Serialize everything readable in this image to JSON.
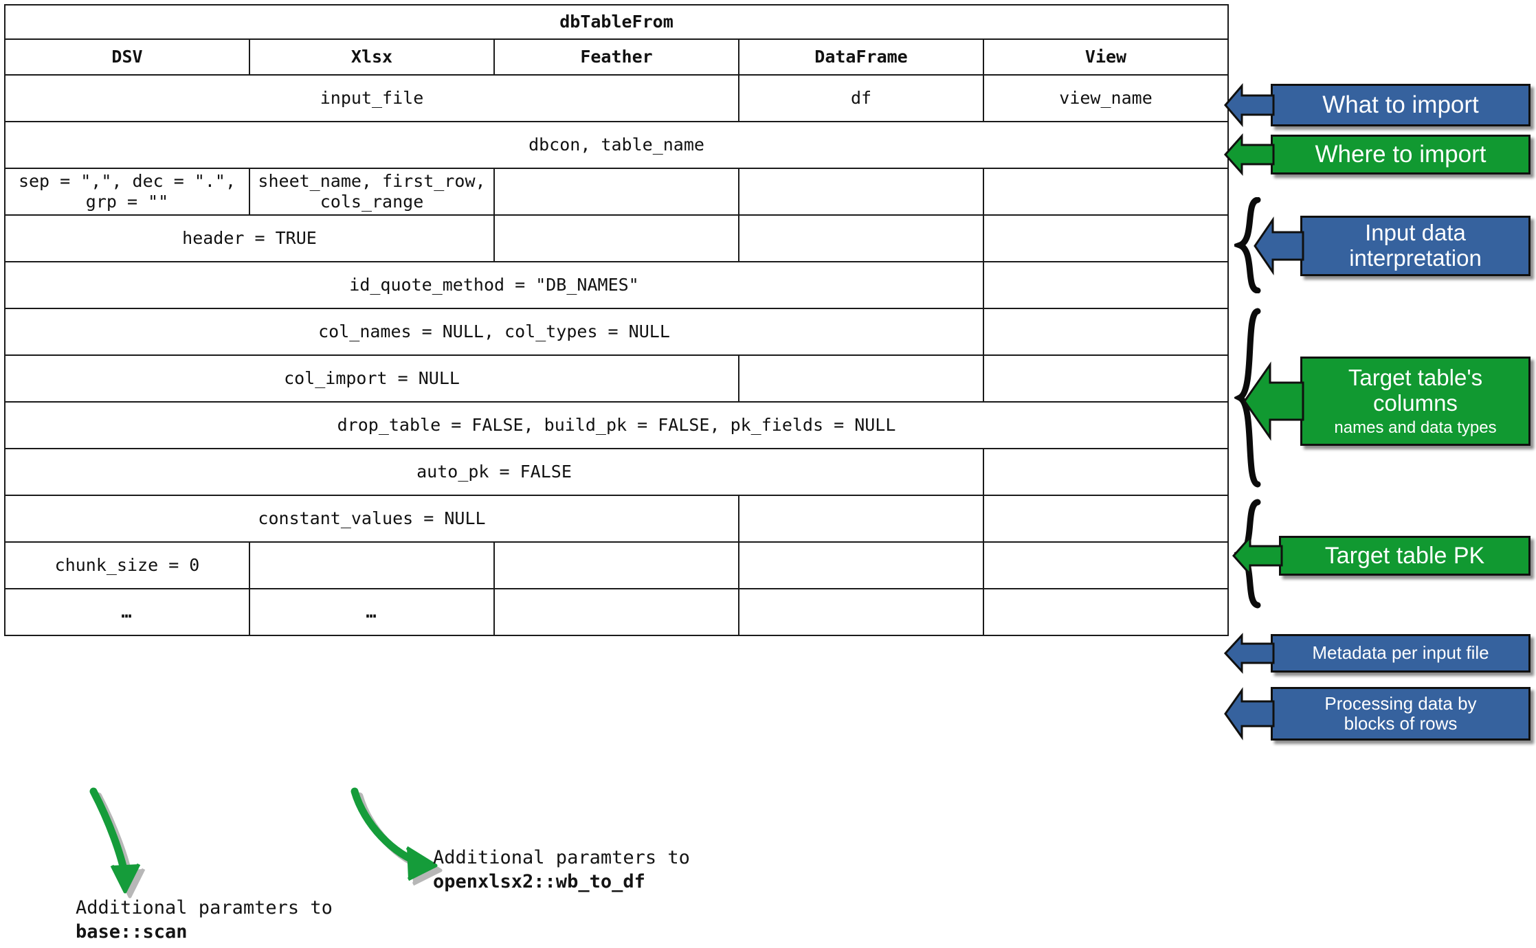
{
  "table": {
    "title": "dbTableFrom",
    "columns": [
      "DSV",
      "Xlsx",
      "Feather",
      "DataFrame",
      "View"
    ],
    "rows": [
      {
        "name": "source",
        "cells": [
          {
            "text": "input_file",
            "span": 3,
            "gray": false
          },
          {
            "text": "df",
            "span": 1,
            "gray": false
          },
          {
            "text": "view_name",
            "span": 1,
            "gray": false
          }
        ]
      },
      {
        "name": "connection",
        "cells": [
          {
            "text": "dbcon, table_name",
            "span": 5,
            "gray": false
          }
        ]
      },
      {
        "name": "parse-options",
        "cells": [
          {
            "text": "sep = \",\", dec = \".\", grp = \"\"",
            "span": 1,
            "gray": false
          },
          {
            "text": "sheet_name, first_row, cols_range",
            "span": 1,
            "gray": false
          },
          {
            "text": "",
            "span": 1,
            "gray": true
          },
          {
            "text": "",
            "span": 1,
            "gray": true
          },
          {
            "text": "",
            "span": 1,
            "gray": true
          }
        ]
      },
      {
        "name": "header-option",
        "cells": [
          {
            "text": "header = TRUE",
            "span": 2,
            "gray": false
          },
          {
            "text": "",
            "span": 1,
            "gray": true
          },
          {
            "text": "",
            "span": 1,
            "gray": true
          },
          {
            "text": "",
            "span": 1,
            "gray": true
          }
        ]
      },
      {
        "name": "id-quote-method",
        "cells": [
          {
            "text": "id_quote_method = \"DB_NAMES\"",
            "span": 4,
            "gray": false
          },
          {
            "text": "",
            "span": 1,
            "gray": true
          }
        ]
      },
      {
        "name": "col-names-types",
        "cells": [
          {
            "text": "col_names = NULL, col_types = NULL",
            "span": 4,
            "gray": false
          },
          {
            "text": "",
            "span": 1,
            "gray": true
          }
        ]
      },
      {
        "name": "col-import",
        "cells": [
          {
            "text": "col_import = NULL",
            "span": 3,
            "gray": false
          },
          {
            "text": "",
            "span": 1,
            "gray": true
          },
          {
            "text": "",
            "span": 1,
            "gray": true
          }
        ]
      },
      {
        "name": "drop-build-pk",
        "cells": [
          {
            "text": "drop_table = FALSE, build_pk = FALSE, pk_fields = NULL",
            "span": 5,
            "gray": false
          }
        ]
      },
      {
        "name": "auto-pk",
        "cells": [
          {
            "text": "auto_pk = FALSE",
            "span": 4,
            "gray": false
          },
          {
            "text": "",
            "span": 1,
            "gray": true
          }
        ]
      },
      {
        "name": "constant-values",
        "cells": [
          {
            "text": "constant_values = NULL",
            "span": 3,
            "gray": false
          },
          {
            "text": "",
            "span": 1,
            "gray": true
          },
          {
            "text": "",
            "span": 1,
            "gray": true
          }
        ]
      },
      {
        "name": "chunk-size",
        "cells": [
          {
            "text": "chunk_size = 0",
            "span": 1,
            "gray": false
          },
          {
            "text": "",
            "span": 1,
            "gray": true
          },
          {
            "text": "",
            "span": 1,
            "gray": true
          },
          {
            "text": "",
            "span": 1,
            "gray": true
          },
          {
            "text": "",
            "span": 1,
            "gray": true
          }
        ]
      },
      {
        "name": "ellipsis",
        "cells": [
          {
            "text": "…",
            "span": 1,
            "gray": false
          },
          {
            "text": "…",
            "span": 1,
            "gray": false
          },
          {
            "text": "",
            "span": 1,
            "gray": true
          },
          {
            "text": "",
            "span": 1,
            "gray": true
          },
          {
            "text": "",
            "span": 1,
            "gray": true
          }
        ]
      }
    ]
  },
  "callouts": [
    {
      "id": "what-to-import",
      "line1": "What to import",
      "line2": "",
      "sub": "",
      "color": "blue"
    },
    {
      "id": "where-to-import",
      "line1": "Where to import",
      "line2": "",
      "sub": "",
      "color": "green"
    },
    {
      "id": "input-data-interpretation",
      "line1": "Input data",
      "line2": "interpretation",
      "sub": "",
      "color": "blue"
    },
    {
      "id": "target-table-columns",
      "line1": "Target table's",
      "line2": "columns",
      "sub": "names and data types",
      "color": "green"
    },
    {
      "id": "target-table-pk",
      "line1": "Target table PK",
      "line2": "",
      "sub": "",
      "color": "green"
    },
    {
      "id": "metadata-per-input-file",
      "line1": "Metadata per input file",
      "line2": "",
      "sub": "",
      "color": "blue"
    },
    {
      "id": "processing-by-blocks",
      "line1": "Processing data by",
      "line2": "blocks of rows",
      "sub": "",
      "color": "blue"
    }
  ],
  "notes": [
    {
      "id": "base-scan-note",
      "line1": "Additional paramters to",
      "line2": "base::scan"
    },
    {
      "id": "wb-to-df-note",
      "line1": "Additional paramters to",
      "line2": "openxlsx2::wb_to_df"
    }
  ],
  "colors": {
    "blue": "#36629e",
    "green": "#119931",
    "gray_cell": "#808080",
    "arrow_green": "#159c3a",
    "border": "#1a1a1a"
  }
}
